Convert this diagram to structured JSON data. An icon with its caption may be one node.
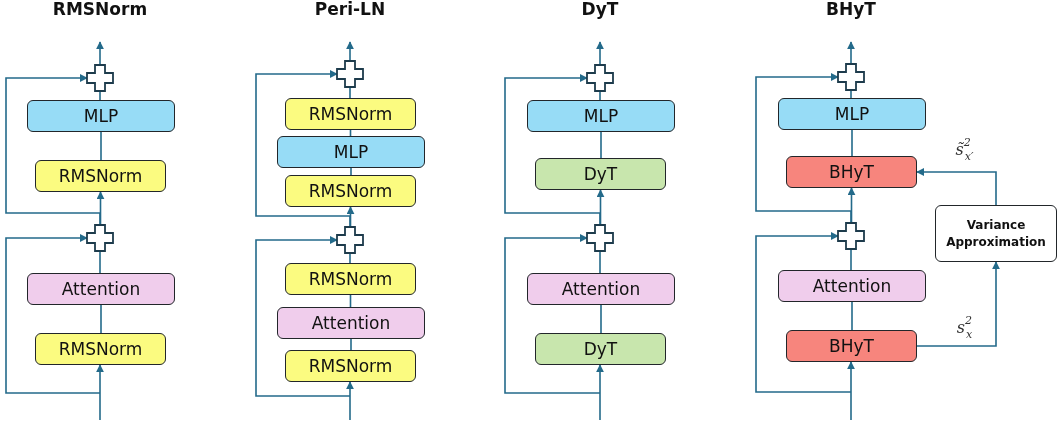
{
  "diagram": {
    "nodes": [
      {
        "text": [],
        "shape": "plus"
      },
      {
        "text": [
          "MLP"
        ]
      },
      {
        "text": [
          "RMSNorm"
        ]
      },
      {
        "text": [],
        "shape": "plus"
      },
      {
        "text": [
          "Attention"
        ]
      },
      {
        "text": [
          "RMSNorm"
        ]
      },
      {
        "text": [],
        "shape": "plus"
      },
      {
        "text": [
          "RMSNorm"
        ]
      },
      {
        "text": [
          "MLP"
        ]
      },
      {
        "text": [
          "RMSNorm"
        ]
      },
      {
        "text": [],
        "shape": "plus"
      },
      {
        "text": [
          "RMSNorm"
        ]
      },
      {
        "text": [
          "Attention"
        ]
      },
      {
        "text": [
          "RMSNorm"
        ]
      },
      {
        "text": [],
        "shape": "plus"
      },
      {
        "text": [
          "MLP"
        ]
      },
      {
        "text": [
          "DyT"
        ]
      },
      {
        "text": [],
        "shape": "plus"
      },
      {
        "text": [
          "Attention"
        ]
      },
      {
        "text": [
          "DyT"
        ]
      },
      {
        "text": [],
        "shape": "plus"
      },
      {
        "text": [
          "MLP"
        ]
      },
      {
        "text": [
          "BHyT"
        ]
      },
      {
        "text": [
          "Variance Approximation"
        ]
      },
      {
        "text": [],
        "shape": "plus"
      },
      {
        "text": [
          "Attention"
        ]
      },
      {
        "text": [
          "BHyT"
        ]
      }
    ],
    "edges": [
      {
        "from": null,
        "to": 5,
        "arrow": "to"
      },
      {
        "from": 5,
        "to": 4,
        "arrow": "none"
      },
      {
        "from": 4,
        "to": 3,
        "arrow": "none"
      },
      {
        "from": null,
        "to": 3,
        "arrow": "to"
      },
      {
        "from": 3,
        "to": 2,
        "arrow": "to"
      },
      {
        "from": 3,
        "to": 0,
        "arrow": "to"
      },
      {
        "from": 2,
        "to": 1,
        "arrow": "none"
      },
      {
        "from": 1,
        "to": 0,
        "arrow": "none"
      },
      {
        "from": 0,
        "to": null,
        "arrow": "to"
      },
      {
        "from": null,
        "to": 13,
        "arrow": "to"
      },
      {
        "from": 13,
        "to": 12,
        "arrow": "none"
      },
      {
        "from": 12,
        "to": 11,
        "arrow": "none"
      },
      {
        "from": 11,
        "to": 10,
        "arrow": "none"
      },
      {
        "from": null,
        "to": 10,
        "arrow": "to"
      },
      {
        "from": 10,
        "to": 9,
        "arrow": "to"
      },
      {
        "from": 10,
        "to": 6,
        "arrow": "to"
      },
      {
        "from": 9,
        "to": 8,
        "arrow": "none"
      },
      {
        "from": 8,
        "to": 7,
        "arrow": "none"
      },
      {
        "from": 7,
        "to": 6,
        "arrow": "none"
      },
      {
        "from": 6,
        "to": null,
        "arrow": "to"
      },
      {
        "from": null,
        "to": 19,
        "arrow": "to"
      },
      {
        "from": 19,
        "to": 18,
        "arrow": "none"
      },
      {
        "from": 18,
        "to": 17,
        "arrow": "none"
      },
      {
        "from": null,
        "to": 17,
        "arrow": "to"
      },
      {
        "from": 17,
        "to": 16,
        "arrow": "to"
      },
      {
        "from": 17,
        "to": 14,
        "arrow": "to"
      },
      {
        "from": 16,
        "to": 15,
        "arrow": "none"
      },
      {
        "from": 15,
        "to": 14,
        "arrow": "none"
      },
      {
        "from": 14,
        "to": null,
        "arrow": "to"
      },
      {
        "from": null,
        "to": 26,
        "arrow": "to"
      },
      {
        "from": 26,
        "to": 25,
        "arrow": "none"
      },
      {
        "from": 25,
        "to": 24,
        "arrow": "none"
      },
      {
        "from": null,
        "to": 24,
        "arrow": "to"
      },
      {
        "from": 24,
        "to": 22,
        "arrow": "to"
      },
      {
        "from": 24,
        "to": 20,
        "arrow": "to"
      },
      {
        "from": 22,
        "to": 21,
        "arrow": "none"
      },
      {
        "from": 21,
        "to": 20,
        "arrow": "none"
      },
      {
        "from": 20,
        "to": null,
        "arrow": "to"
      },
      {
        "from": 26,
        "to": 23,
        "arrow": "to",
        "label": "s$^{2}$$_{x}$"
      },
      {
        "from": 23,
        "to": 22,
        "arrow": "to",
        "label": "s̃$^{2}$$_{x′}$"
      }
    ],
    "labels": [
      "RMSNorm",
      "Peri-LN",
      "DyT",
      "BHyT"
    ]
  }
}
